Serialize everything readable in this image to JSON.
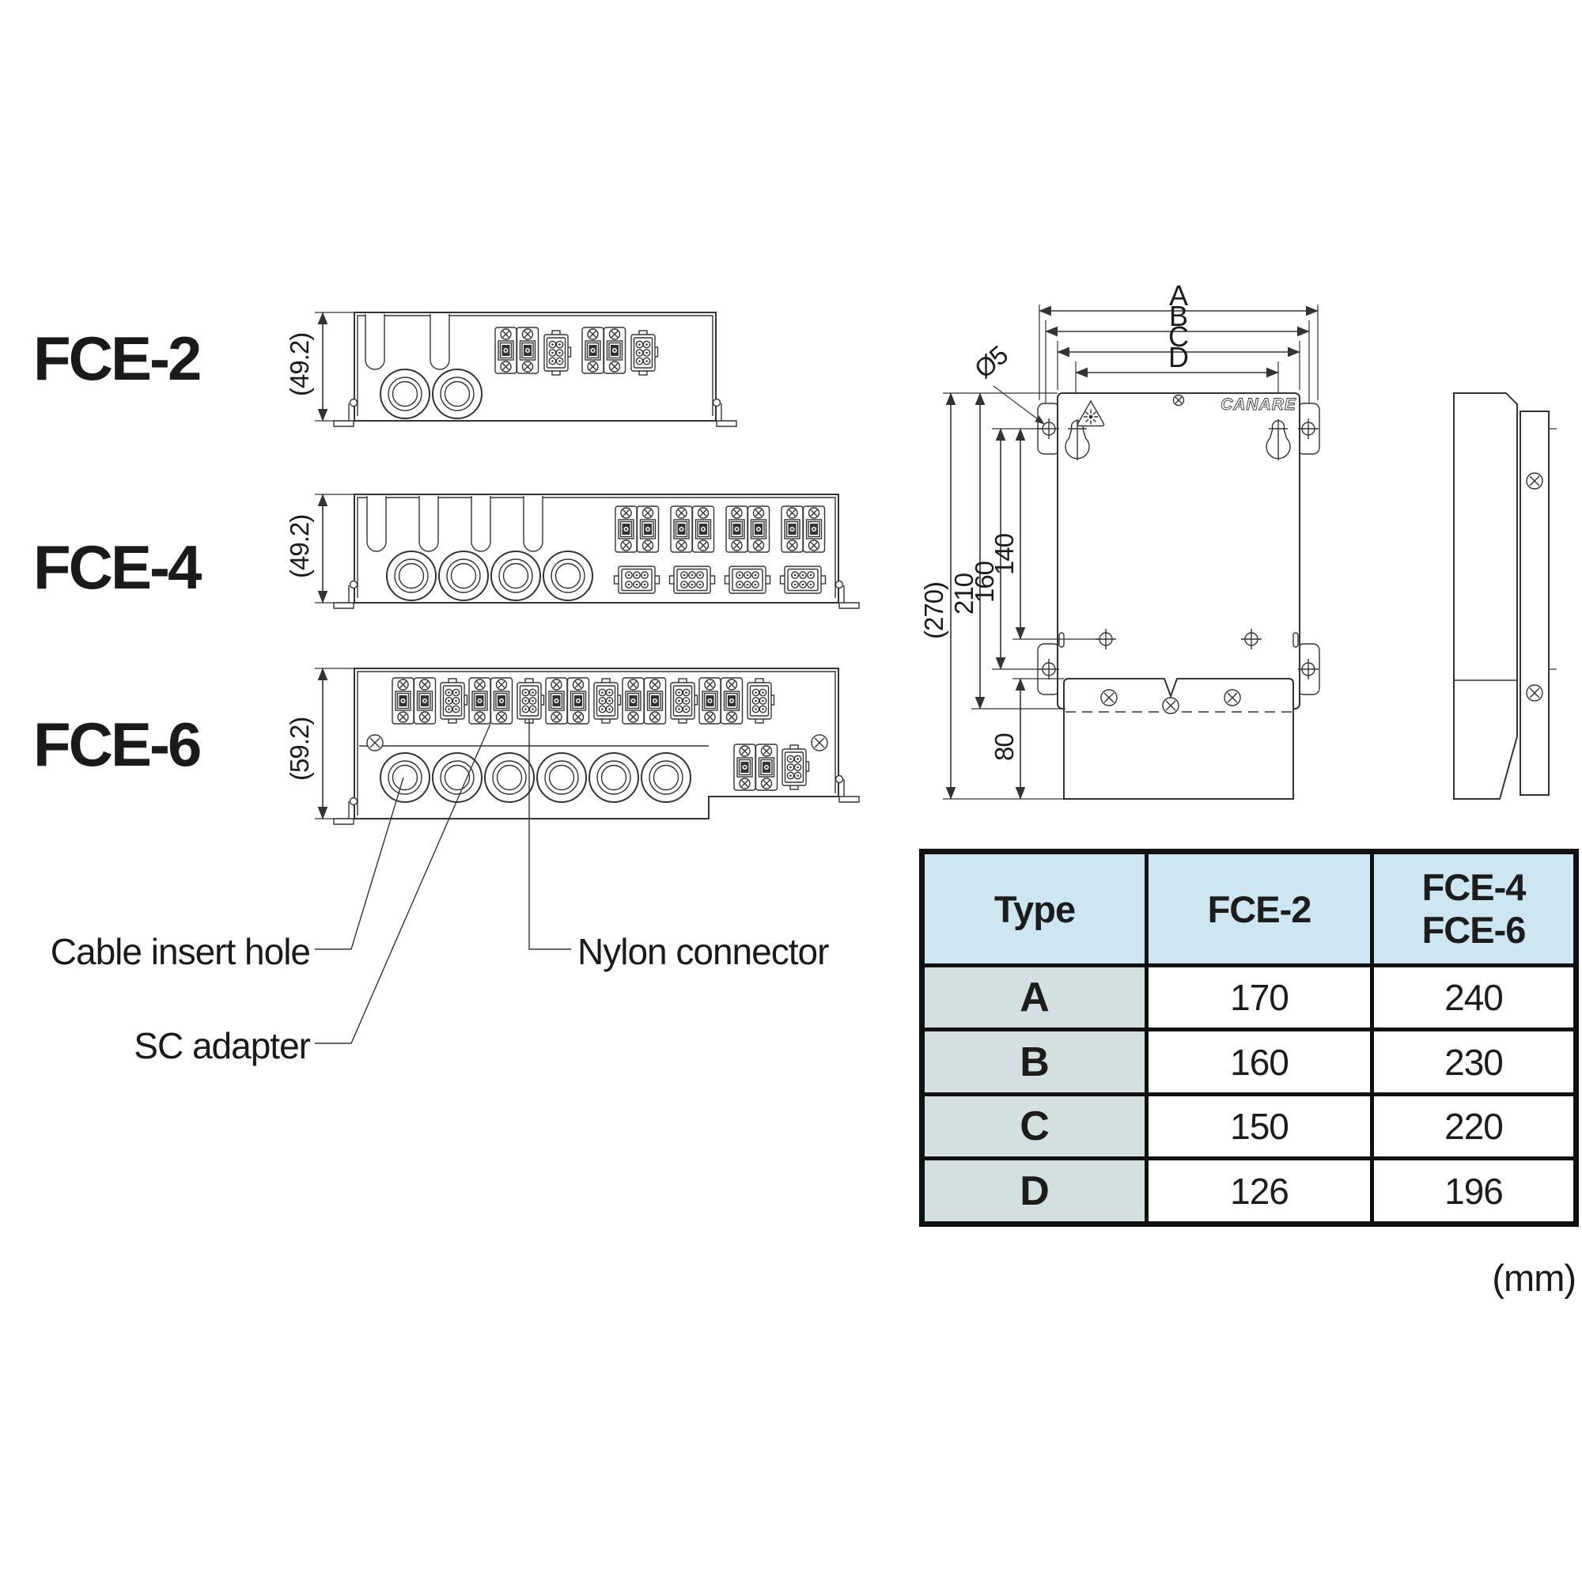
{
  "colors": {
    "ink": "#333333",
    "text": "#1c1c1c",
    "table_border": "#111111",
    "table_header_bg": "#cde6f2",
    "table_label_bg": "#d3dfe1"
  },
  "products": [
    {
      "label": "FCE-2",
      "height_dim": "(49.2)"
    },
    {
      "label": "FCE-4",
      "height_dim": "(49.2)"
    },
    {
      "label": "FCE-6",
      "height_dim": "(59.2)"
    }
  ],
  "callouts": {
    "cable_insert_hole": "Cable insert hole",
    "sc_adapter": "SC adapter",
    "nylon_connector": "Nylon connector"
  },
  "dimension_view": {
    "logo": "CANARE",
    "width_dims": {
      "a": "A",
      "b": "B",
      "c": "C",
      "d": "D"
    },
    "hole_callout": "Ø5",
    "height_dims": {
      "overall": "(270)",
      "body": "210",
      "mount_span": "160",
      "inner_span": "140",
      "flap": "80"
    }
  },
  "table": {
    "header": {
      "type": "Type",
      "col2": "FCE-2",
      "col3_line1": "FCE-4",
      "col3_line2": "FCE-6"
    },
    "rows": [
      {
        "label": "A",
        "fce2": "170",
        "fce46": "240"
      },
      {
        "label": "B",
        "fce2": "160",
        "fce46": "230"
      },
      {
        "label": "C",
        "fce2": "150",
        "fce46": "220"
      },
      {
        "label": "D",
        "fce2": "126",
        "fce46": "196"
      }
    ]
  },
  "unit_note": "(mm)"
}
